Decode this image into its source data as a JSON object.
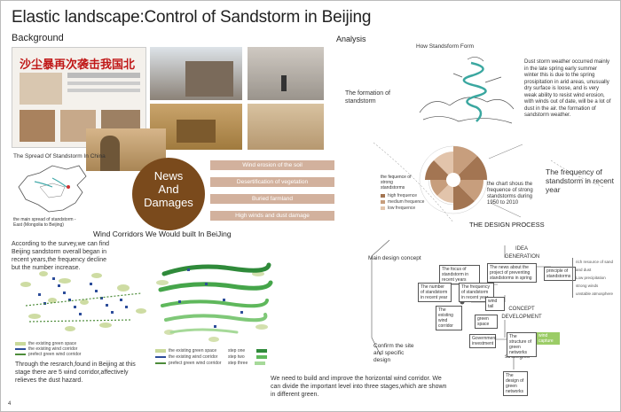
{
  "title": "Elastic landscape:Control of Sandstorm in Beijing",
  "background": {
    "heading": "Background",
    "newspaper_headline": "沙尘暴再次袭击我国北方",
    "map_caption": "The Spread Of Standstorm In China",
    "map_legend": [
      "the main spread of standstorm - East (Mongolia to Beijing)"
    ]
  },
  "news": {
    "circle_label_lines": [
      "News",
      "And",
      "Damages"
    ],
    "damages": [
      "Wind erosion of the soil",
      "Desertification of vegetation",
      "Buried farmland",
      "High winds and dust damage"
    ]
  },
  "corridors": {
    "heading": "Wind Corridors We Would built In BeiJing",
    "survey_text": "According to the survey,we can find Beijing sandstorm overall began in recent years,the frequency decline but the number increase.",
    "left_legend": [
      "the existing green space",
      "the existing wind corridor",
      "prefect green wind corridor"
    ],
    "research_text": "Through the resrarch,found in Beijing at this stage there are 5 wind corridor,affectively relieves the dust hazard.",
    "right_legend": [
      "the existing green space",
      "the existing wind corridor",
      "prefect green wind corridor"
    ],
    "steps": [
      "step one",
      "step two",
      "step three"
    ],
    "stage_text": "We need to build and improve the horizontal wind corridor. We can divide the important level into three stages,which are shown in different green."
  },
  "analysis": {
    "heading": "Analysis",
    "form_title": "How Standsform Form",
    "formation_label": "The formation of standstorm",
    "formation_text": "Dust storm weather occurred mainly in the late spring early summer winter this is due to the spring prosipitation in arid areas, unusually dry surface is loose, and is very weak ability to resist wind erosion, with winds out of date, will be a lot of dust in the air. the formation of sandstorm weather.",
    "frequency_label": "The frequency of standstorm in recent year",
    "radial_title": "the fequence of strong standstorms",
    "radial_legend": [
      "high frequence",
      "medium frequence",
      "low frequence"
    ],
    "radial_note": "the chart shous the frequence of strong standstorms during 1950 to 2010"
  },
  "design": {
    "heading": "THE DESIGN PROCESS",
    "main_concept": "Main design concept",
    "confirm": "Confirm the site and specific design",
    "idea": "IDEA GENERATION",
    "concept_dev": "CONCEPT DEVELOPMENT",
    "strategies": "strategies",
    "nodes": {
      "focus": "The focus of standstorm in recent years",
      "news": "The news about the project of preventing standstorms in spring",
      "principle": "principle of standstorms",
      "number": "The number of standstorm in recent year",
      "frequency": "The frequency of standstorm in recent year",
      "wind": "wind tail",
      "existing": "The existing wind corridor",
      "green_space": "green space",
      "investment": "Government investment",
      "structure": "The structure of green networks",
      "design_green": "The design of green networks",
      "wind_capture": "wind capture",
      "r1": "rich resource of sand and dust",
      "r2": "Low precipitation",
      "r3": "strong winds",
      "r4": "unstable atmosphere"
    }
  },
  "page_number": "4"
}
